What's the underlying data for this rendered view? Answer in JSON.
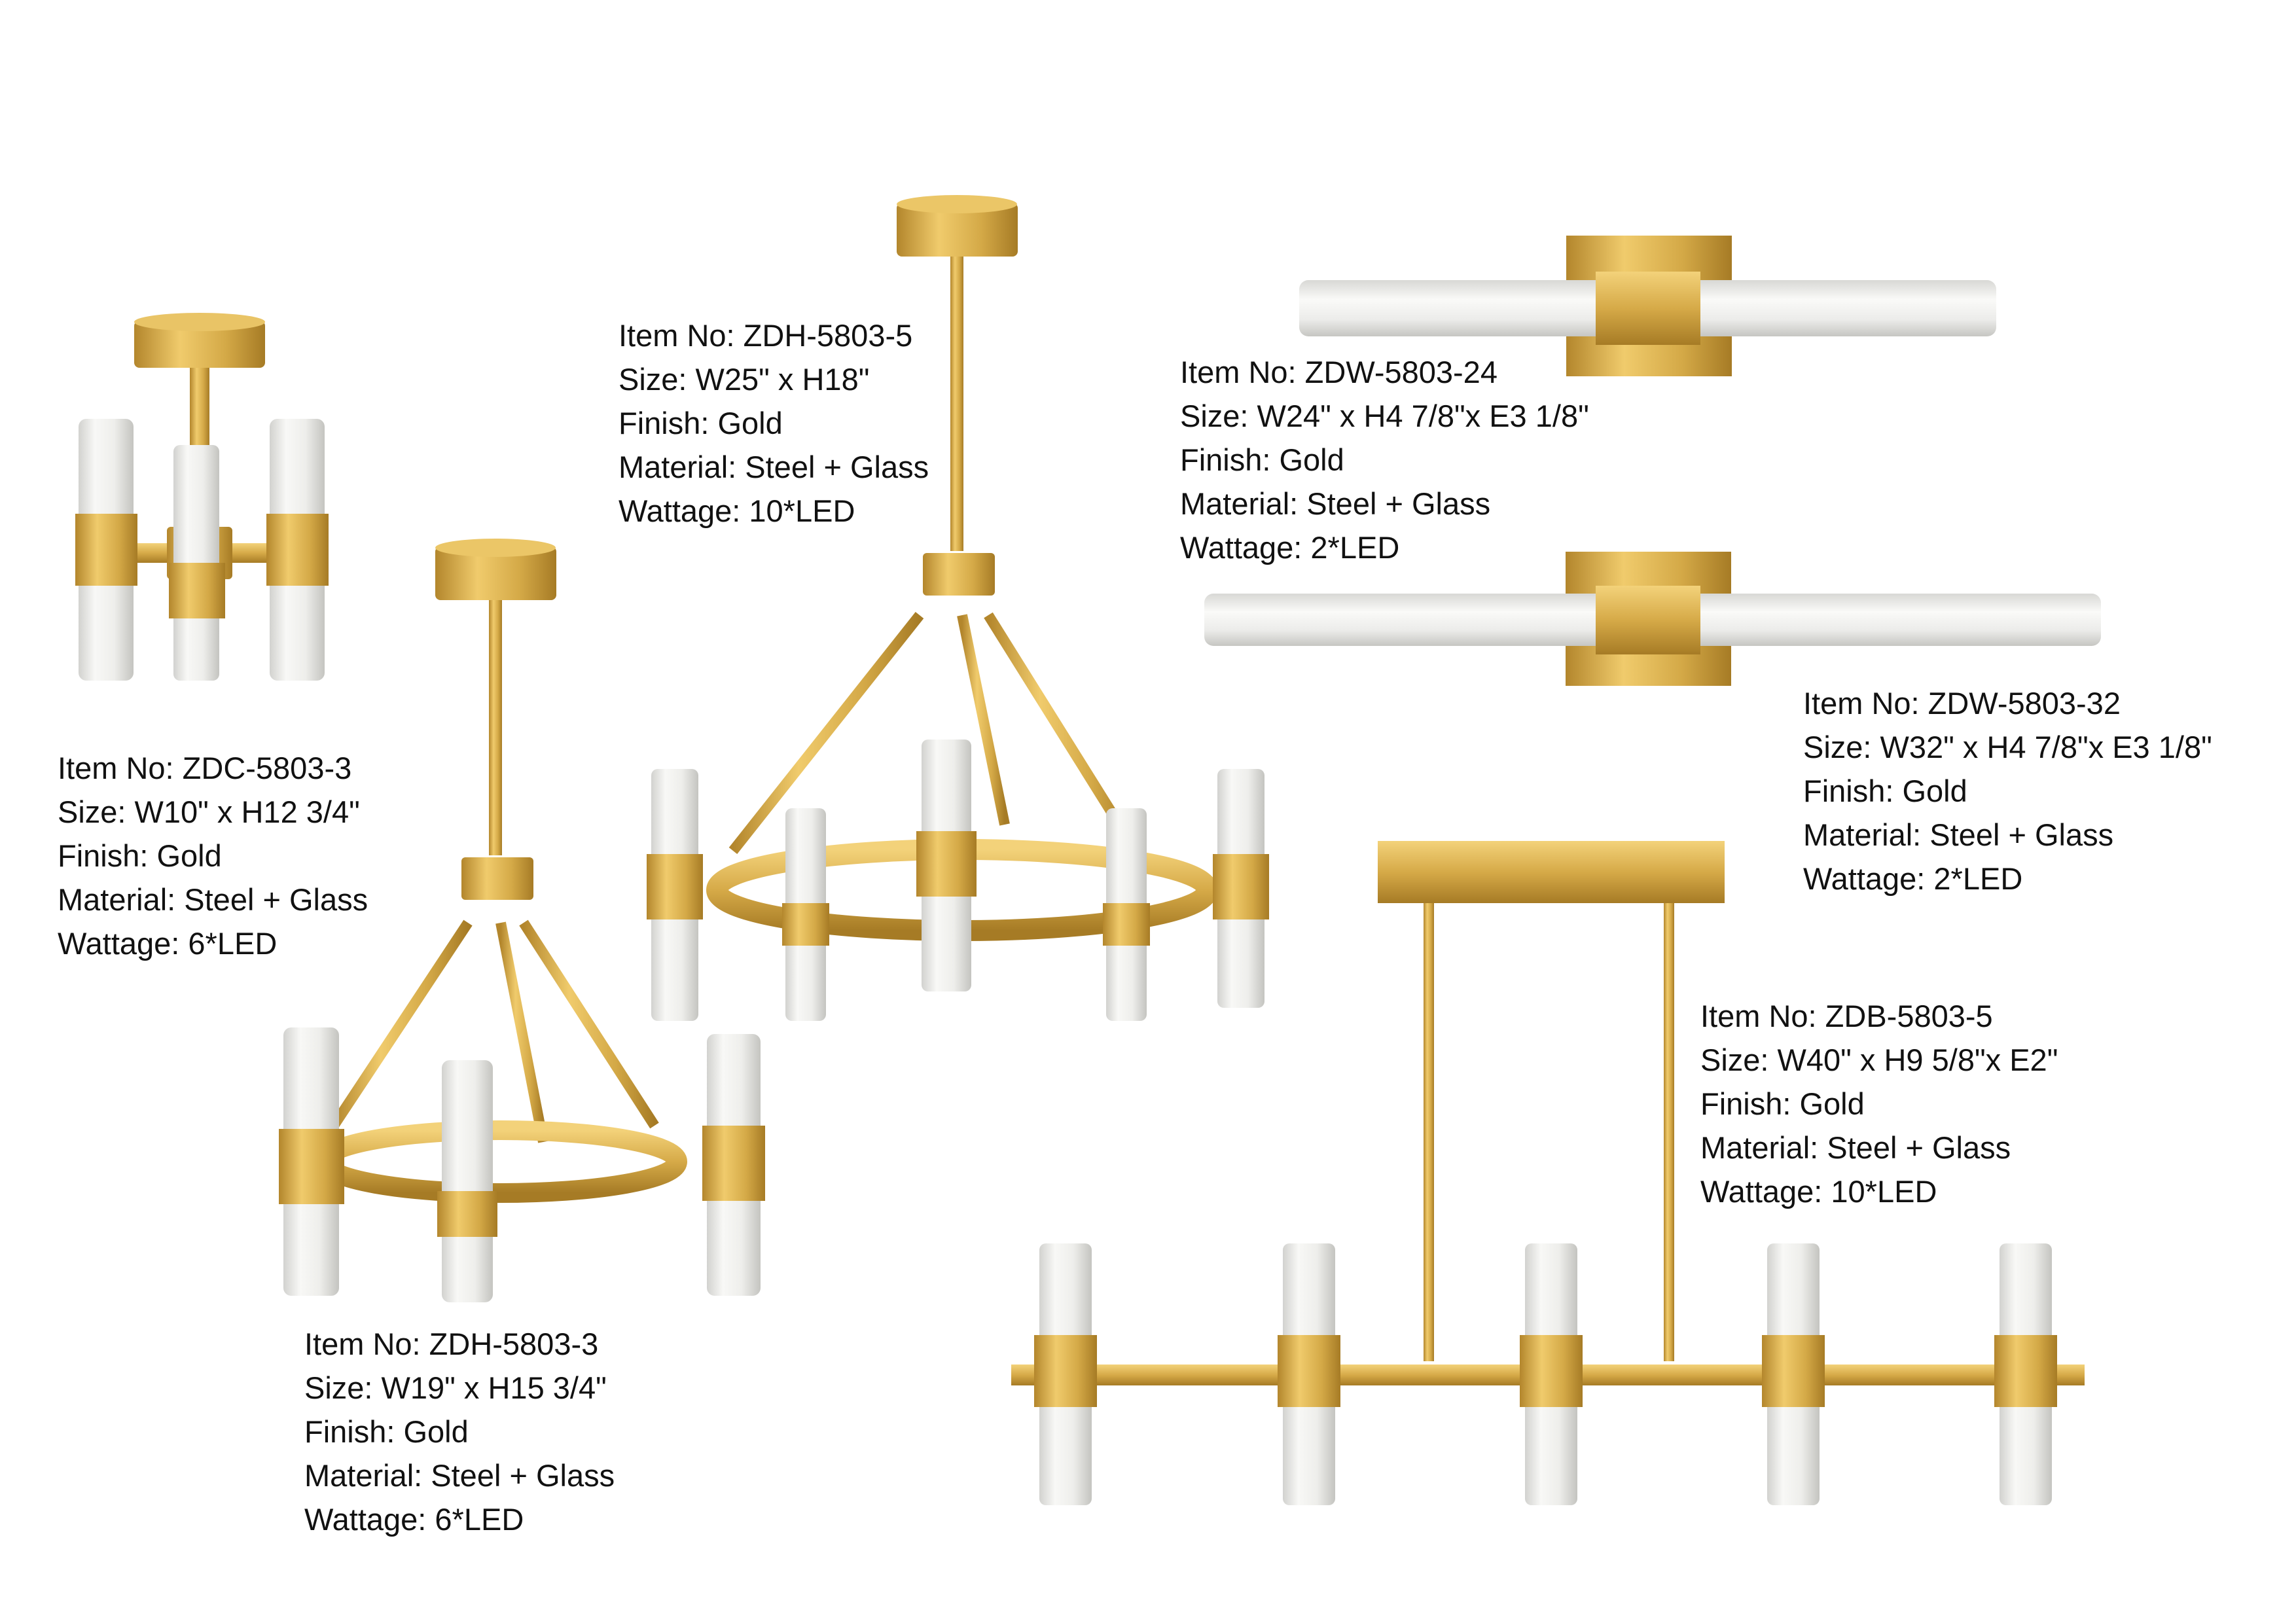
{
  "products": [
    {
      "id": "zdc",
      "item": "Item No: ZDC-5803-3",
      "size": "Size: W10\" x H12 3/4\"",
      "finish": "Finish: Gold",
      "material": "Material: Steel + Glass",
      "wattage": "Wattage: 6*LED"
    },
    {
      "id": "zdh5",
      "item": "Item No: ZDH-5803-5",
      "size": "Size: W25\" x H18\"",
      "finish": "Finish: Gold",
      "material": "Material: Steel + Glass",
      "wattage": "Wattage: 10*LED"
    },
    {
      "id": "zdw24",
      "item": "Item No: ZDW-5803-24",
      "size": "Size: W24\" x H4 7/8\"x E3 1/8\"",
      "finish": "Finish: Gold",
      "material": "Material: Steel + Glass",
      "wattage": "Wattage: 2*LED"
    },
    {
      "id": "zdw32",
      "item": "Item No: ZDW-5803-32",
      "size": "Size: W32\" x H4 7/8\"x E3 1/8\"",
      "finish": "Finish: Gold",
      "material": "Material: Steel + Glass",
      "wattage": "Wattage: 2*LED"
    },
    {
      "id": "zdb",
      "item": "Item No: ZDB-5803-5",
      "size": "Size: W40\" x H9 5/8\"x E2\"",
      "finish": "Finish: Gold",
      "material": "Material: Steel + Glass",
      "wattage": "Wattage: 10*LED"
    },
    {
      "id": "zdh3",
      "item": "Item No: ZDH-5803-3",
      "size": "Size: W19\" x H15 3/4\"",
      "finish": "Finish: Gold",
      "material": "Material: Steel + Glass",
      "wattage": "Wattage: 6*LED"
    }
  ],
  "colors": {
    "gold": "#d4a947",
    "gold_dark": "#a97f28",
    "gold_light": "#f0cd72",
    "glass": "#eeeeec",
    "glass_edge": "#c9c9c6"
  }
}
